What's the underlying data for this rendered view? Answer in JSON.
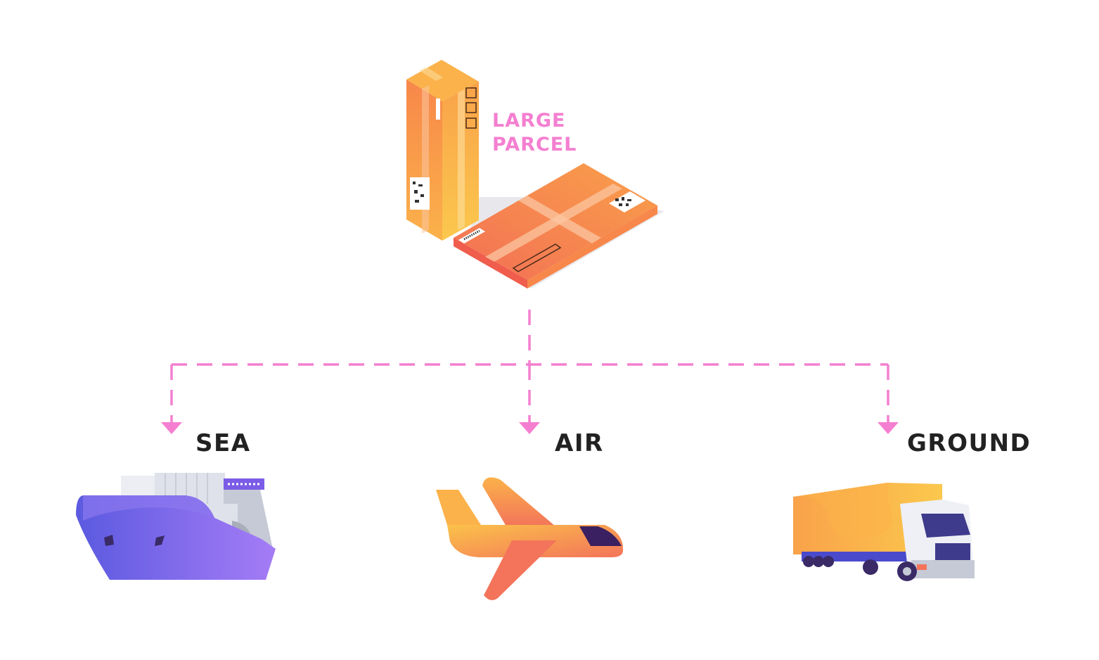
{
  "parcel": {
    "label_line1": "LARGE",
    "label_line2": "PARCEL"
  },
  "modes": [
    {
      "label": "SEA",
      "icon": "ship-icon"
    },
    {
      "label": "AIR",
      "icon": "airplane-icon"
    },
    {
      "label": "GROUND",
      "icon": "truck-icon"
    }
  ],
  "colors": {
    "accent_pink": "#f47fd0",
    "label_dark": "#222222",
    "box_orange": "#f7874a",
    "box_yellow": "#fbc24a",
    "ship_purple": "#7a5ce6"
  }
}
